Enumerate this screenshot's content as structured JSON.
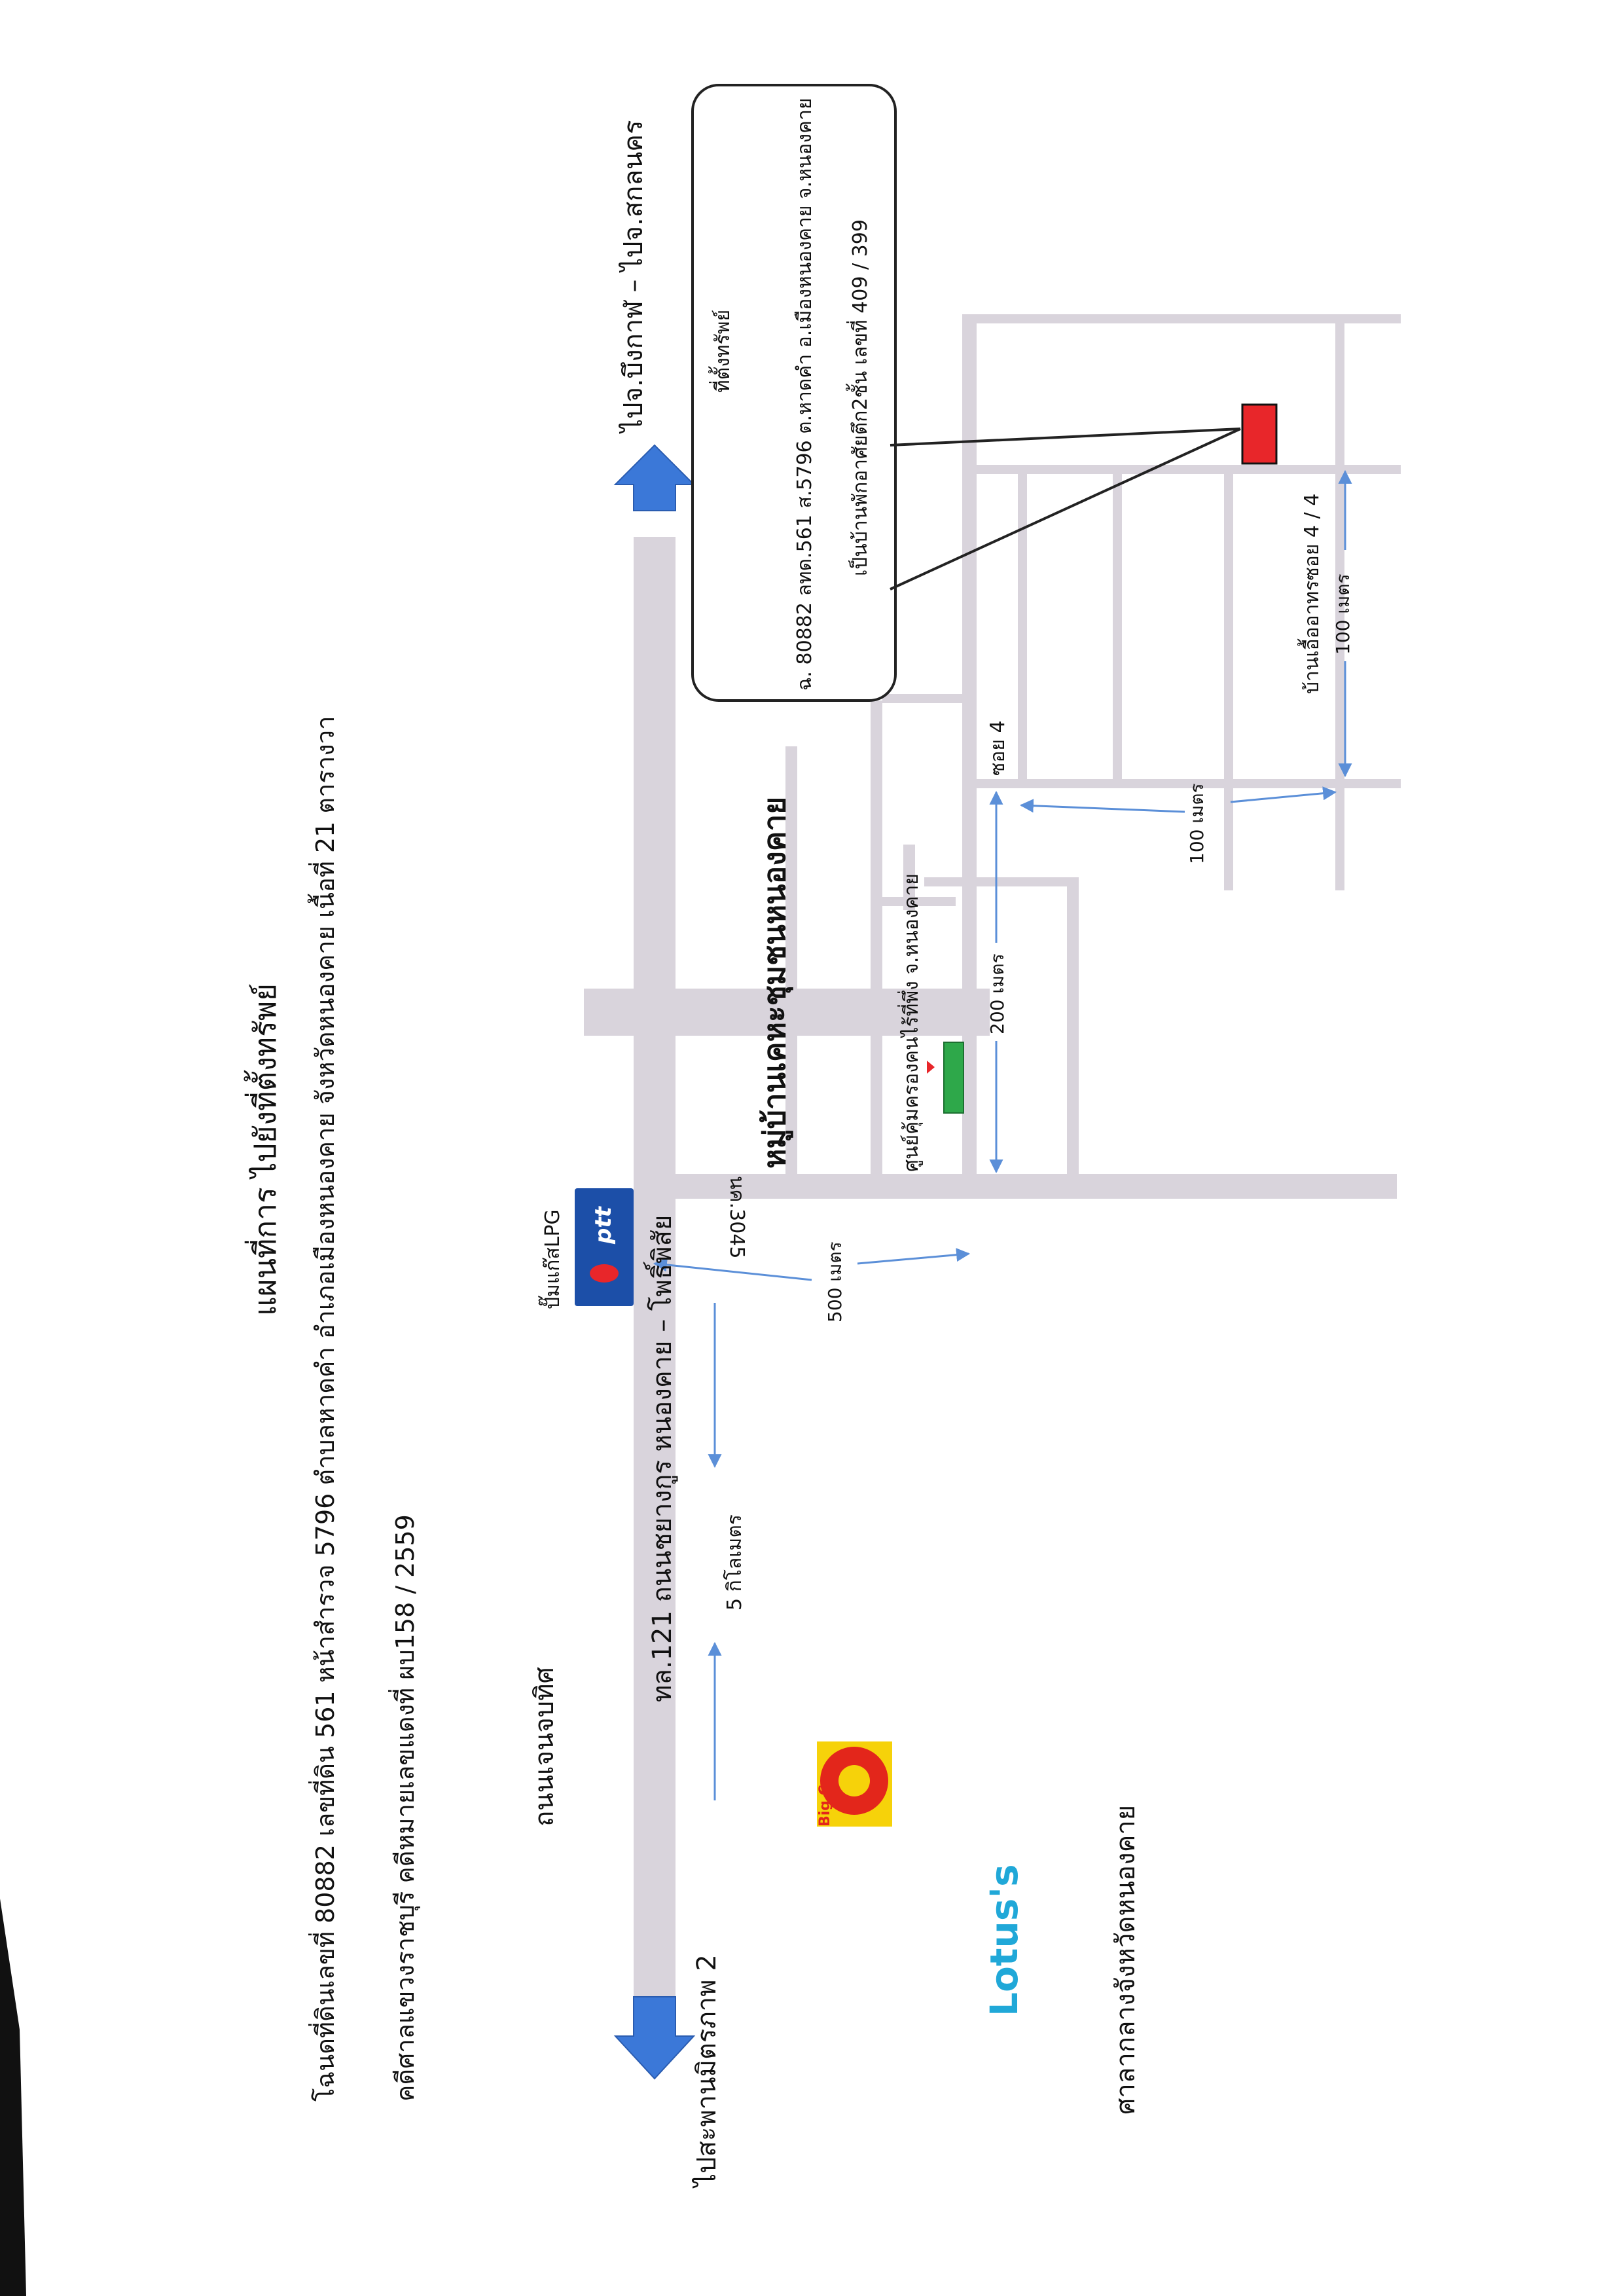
{
  "title": "แผนที่การ ไปยังที่ตั้งทรัพย์",
  "deed_line": "โฉนดที่ดินเลขที่ 80882 เลขที่ดิน 561 หน้าสำรวจ 5796 ตำบลหาดคำ อำเภอเมืองหนองคาย จังหวัดหนองคาย เนื้อที่ 21 ตารางวา",
  "court_line": "คดีศาลแขวงราชบุรี คดีหมายเลขแดงที่ ผบ158 / 2559",
  "roads": {
    "main_road": "ทล.121 ถนนชยางกูร หนองคาย – โพธิ์พิสัย",
    "side_road": "ถนนเจนจบทิศ",
    "nk_road": "นค.3045",
    "soi4": "ซอย 4",
    "to_bueng_kan": "ไปจ.บึงกาฬ – ไปจ.สกลนคร",
    "to_bridge": "ไปสะพานมิตรภาพ 2"
  },
  "landmarks": {
    "ptt_logo": "ptt",
    "ptt_label": "ปั๊มแก๊สLPG",
    "bigc_logo": "Big C",
    "lotus_logo": "Lotus's",
    "court": "ศาลากลางจังหวัดหนองคาย",
    "village": "หมู่บ้านเคหะชุมชนหนองคาย",
    "center": "ศูนย์คุ้มครองคนไร้ที่พึ่ง จ.หนองคาย",
    "target_label": "ที่ตั้งทรัพย์",
    "building_label": "บ้านเอื้ออาทรซอย 4 / 4"
  },
  "callout": {
    "line1": "ที่ตั้งทรัพย์",
    "line2": "ฉ. 80882 ลทด.561 ส.5796 ต.หาดคำ อ.เมืองหนองคาย จ.หนองคาย",
    "line3": "เป็นบ้านพักอาศัยตึก2ชั้น เลขที่ 409 / 399"
  },
  "distances": {
    "d5km": "5 กิโลเมตร",
    "d500": "500 เมตร",
    "d200": "200 เมตร",
    "d100a": "100 เมตร",
    "d100b": "100 เมตร"
  },
  "colors": {
    "road": "#d9d4dc",
    "arrow_blue": "#3b78d8",
    "dist_line": "#5b8fd8",
    "target_red": "#e8262a",
    "center_green": "#2ea84a",
    "ptt_blue": "#1c4fa8",
    "bigc_red": "#e3261b",
    "bigc_yellow": "#f6d20a",
    "lotus_blue": "#20a8d8",
    "lotus_yellow": "#f4b41a"
  }
}
